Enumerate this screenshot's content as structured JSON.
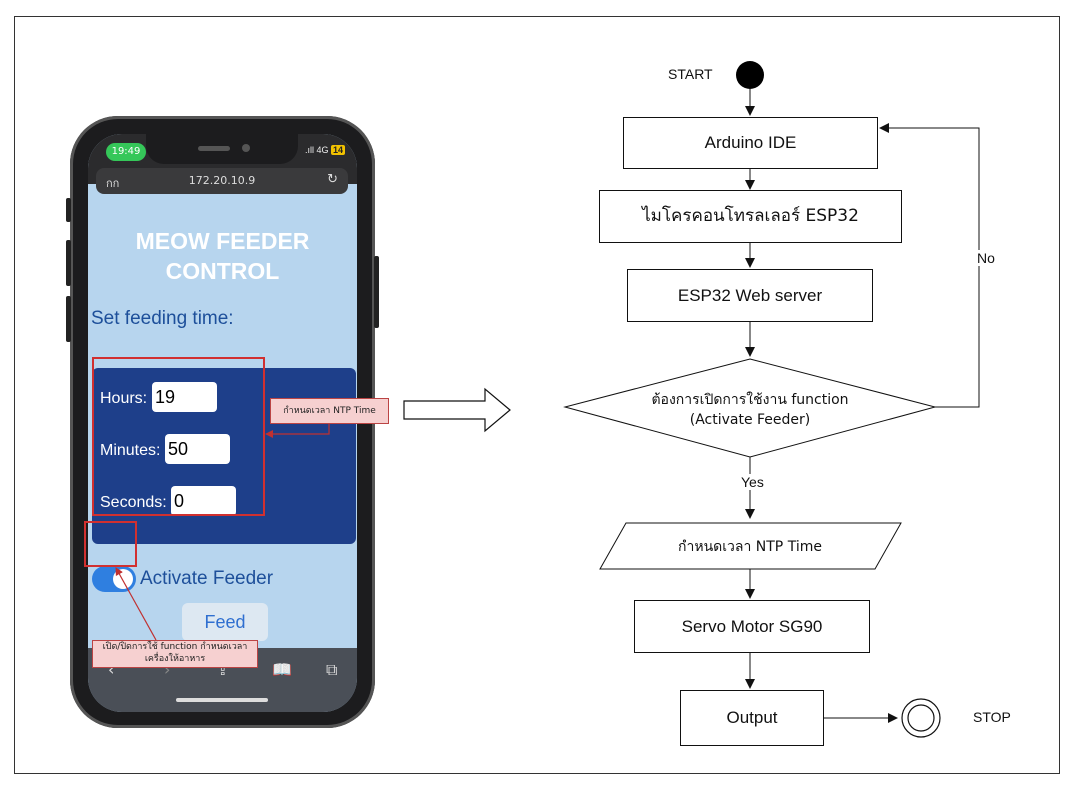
{
  "phone": {
    "status_time": "19:49",
    "signal_text": "4G",
    "battery": "14",
    "url_aa": "กก",
    "url": "172.20.10.9",
    "reload_icon": "↻",
    "app_title": "MEOW FEEDER CONTROL",
    "set_feeding_label": "Set feeding time:",
    "hours_label": "Hours:",
    "hours_value": "19",
    "minutes_label": "Minutes:",
    "minutes_value": "50",
    "seconds_label": "Seconds:",
    "seconds_value": "0",
    "activate_label": "Activate Feeder",
    "activate_on": true,
    "feed_button": "Feed",
    "toolbar_icons": [
      "back-icon",
      "forward-icon",
      "share-icon",
      "bookmarks-icon",
      "tabs-icon"
    ]
  },
  "annotations": {
    "ntp_note": "กำหนดเวลา NTP Time",
    "toggle_note_line1": "เปิด/ปิดการใช้ function กำหนดเวลา",
    "toggle_note_line2": "เครื่องให้อาหาร"
  },
  "flowchart": {
    "start": "START",
    "arduino": "Arduino IDE",
    "micro": "ไมโครคอนโทรลเลอร์ ESP32",
    "webserver": "ESP32 Web server",
    "decision_line1": "ต้องการเปิดการใช้งาน function",
    "decision_line2": "(Activate Feeder)",
    "no": "No",
    "yes": "Yes",
    "ntp": "กำหนดเวลา NTP Time",
    "servo": "Servo Motor SG90",
    "output": "Output",
    "stop": "STOP"
  },
  "colors": {
    "screen_bg": "#b7d5ee",
    "panel": "#1e3f8a",
    "toggle_on": "#2f7fe0",
    "annotation_red": "#d13030",
    "note_fill": "#f6d0d0"
  }
}
